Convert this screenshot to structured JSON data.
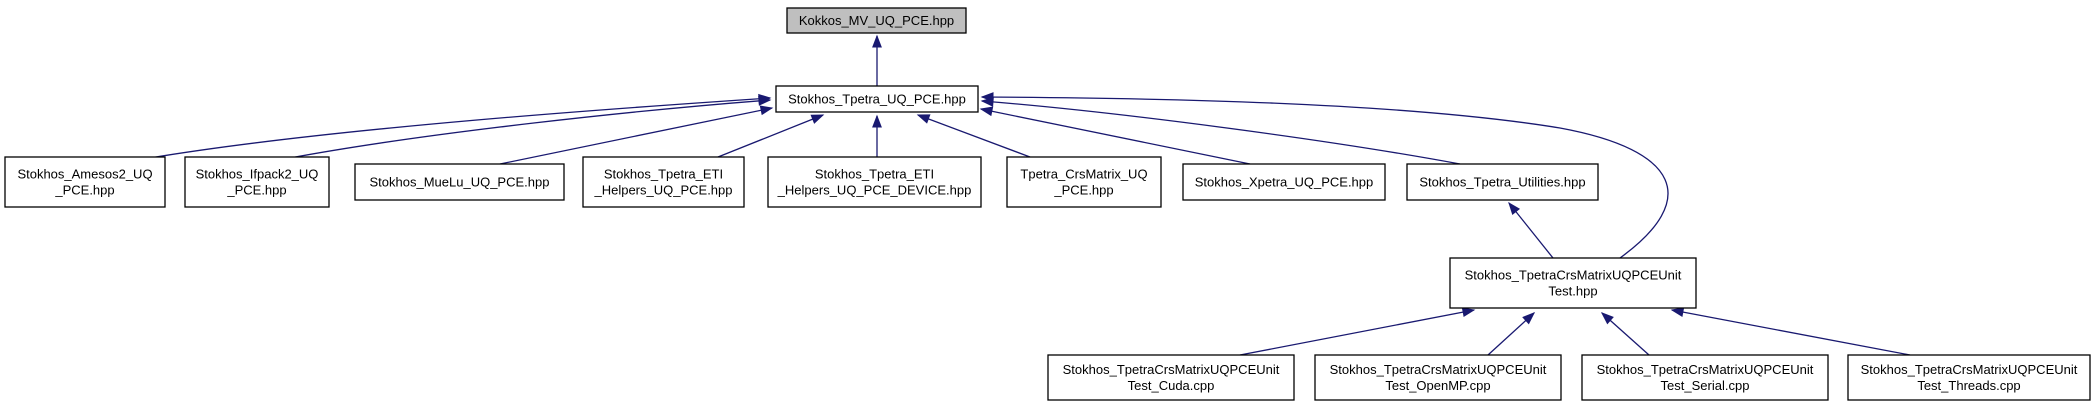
{
  "nodes": [
    {
      "id": "kokkos_mv",
      "lines": [
        "Kokkos_MV_UQ_PCE.hpp"
      ],
      "root": true
    },
    {
      "id": "tpetra_uq",
      "lines": [
        "Stokhos_Tpetra_UQ_PCE.hpp"
      ]
    },
    {
      "id": "amesos2",
      "lines": [
        "Stokhos_Amesos2_UQ",
        "_PCE.hpp"
      ]
    },
    {
      "id": "ifpack2",
      "lines": [
        "Stokhos_Ifpack2_UQ",
        "_PCE.hpp"
      ]
    },
    {
      "id": "muelu",
      "lines": [
        "Stokhos_MueLu_UQ_PCE.hpp"
      ]
    },
    {
      "id": "eti_helpers",
      "lines": [
        "Stokhos_Tpetra_ETI",
        "_Helpers_UQ_PCE.hpp"
      ]
    },
    {
      "id": "eti_helpers_device",
      "lines": [
        "Stokhos_Tpetra_ETI",
        "_Helpers_UQ_PCE_DEVICE.hpp"
      ]
    },
    {
      "id": "crsmatrix",
      "lines": [
        "Tpetra_CrsMatrix_UQ",
        "_PCE.hpp"
      ]
    },
    {
      "id": "xpetra",
      "lines": [
        "Stokhos_Xpetra_UQ_PCE.hpp"
      ]
    },
    {
      "id": "utilities",
      "lines": [
        "Stokhos_Tpetra_Utilities.hpp"
      ]
    },
    {
      "id": "unit_test",
      "lines": [
        "Stokhos_TpetraCrsMatrixUQPCEUnit",
        "Test.hpp"
      ]
    },
    {
      "id": "test_cuda",
      "lines": [
        "Stokhos_TpetraCrsMatrixUQPCEUnit",
        "Test_Cuda.cpp"
      ]
    },
    {
      "id": "test_openmp",
      "lines": [
        "Stokhos_TpetraCrsMatrixUQPCEUnit",
        "Test_OpenMP.cpp"
      ]
    },
    {
      "id": "test_serial",
      "lines": [
        "Stokhos_TpetraCrsMatrixUQPCEUnit",
        "Test_Serial.cpp"
      ]
    },
    {
      "id": "test_threads",
      "lines": [
        "Stokhos_TpetraCrsMatrixUQPCEUnit",
        "Test_Threads.cpp"
      ]
    }
  ],
  "edges": [
    {
      "from": "tpetra_uq",
      "to": "kokkos_mv"
    },
    {
      "from": "amesos2",
      "to": "tpetra_uq"
    },
    {
      "from": "ifpack2",
      "to": "tpetra_uq"
    },
    {
      "from": "muelu",
      "to": "tpetra_uq"
    },
    {
      "from": "eti_helpers",
      "to": "tpetra_uq"
    },
    {
      "from": "eti_helpers_device",
      "to": "tpetra_uq"
    },
    {
      "from": "crsmatrix",
      "to": "tpetra_uq"
    },
    {
      "from": "xpetra",
      "to": "tpetra_uq"
    },
    {
      "from": "utilities",
      "to": "tpetra_uq"
    },
    {
      "from": "unit_test",
      "to": "tpetra_uq"
    },
    {
      "from": "unit_test",
      "to": "utilities"
    },
    {
      "from": "test_cuda",
      "to": "unit_test"
    },
    {
      "from": "test_openmp",
      "to": "unit_test"
    },
    {
      "from": "test_serial",
      "to": "unit_test"
    },
    {
      "from": "test_threads",
      "to": "unit_test"
    }
  ],
  "colors": {
    "edge": "#191970",
    "root_fill": "#bfbfbf",
    "node_fill": "#ffffff",
    "border": "#000000"
  }
}
